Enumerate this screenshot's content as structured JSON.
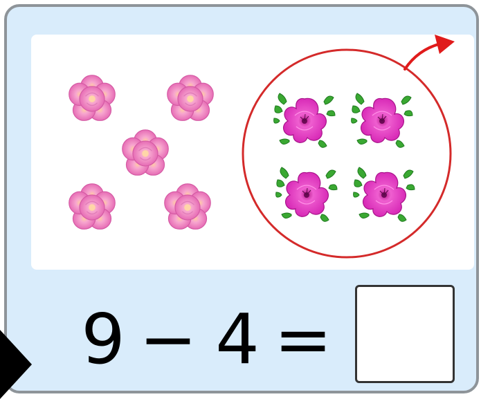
{
  "scene": {
    "remaining_flower_icon": "pink-flower-icon",
    "remaining_count": 5,
    "removed_flower_icon": "magenta-flower-with-leaves-icon",
    "removed_count": 4,
    "circle_color": "#d42a2a",
    "arrow_color": "#e01b1b"
  },
  "equation": {
    "minuend": "9",
    "operator": "−",
    "subtrahend": "4",
    "equals": "=",
    "answer": ""
  },
  "colors": {
    "card_background": "#d9ecfb",
    "card_border": "#8e9499",
    "pink_flower": "#f28bc8",
    "magenta_flower": "#e42fc2",
    "leaf": "#3aa832"
  }
}
